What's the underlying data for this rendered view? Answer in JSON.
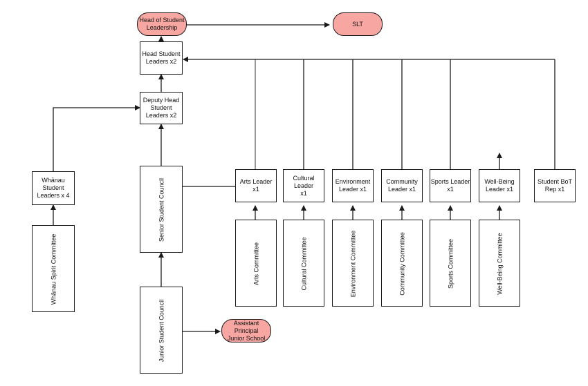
{
  "nodes": {
    "head_of_student_leadership": "Head of Student\nLeadership",
    "slt": "SLT",
    "head_student_leaders": "Head Student\nLeaders x2",
    "deputy_head_student_leaders": "Deputy Head\nStudent\nLeaders x2",
    "whanau_student_leaders": "Whānau\nStudent\nLeaders x 4",
    "whanau_spirit_committee": "Whānau Spirit Committee",
    "senior_student_council": "Senior Student Council",
    "junior_student_council": "Junior Student Council",
    "assistant_principal": "Assistant Principal\nJunior School",
    "arts_leader": "Arts Leader x1",
    "cultural_leader": "Cultural Leader\nx1",
    "environment_leader": "Environment\nLeader x1",
    "community_leader": "Community\nLeader x1",
    "sports_leader": "Sports Leader\nx1",
    "wellbeing_leader": "Well-Being\nLeader x1",
    "student_bot_rep": "Student BoT\nRep x1",
    "arts_committee": "Arts Committee",
    "cultural_committee": "Cultural Committee",
    "environment_committee": "Environment Committee",
    "community_committee": "Community Committee",
    "sports_committee": "Sports Committee",
    "wellbeing_committee": "Well-Being Committee"
  },
  "colors": {
    "highlight_fill": "#f7a6a1",
    "line": "#1a1a1a"
  }
}
